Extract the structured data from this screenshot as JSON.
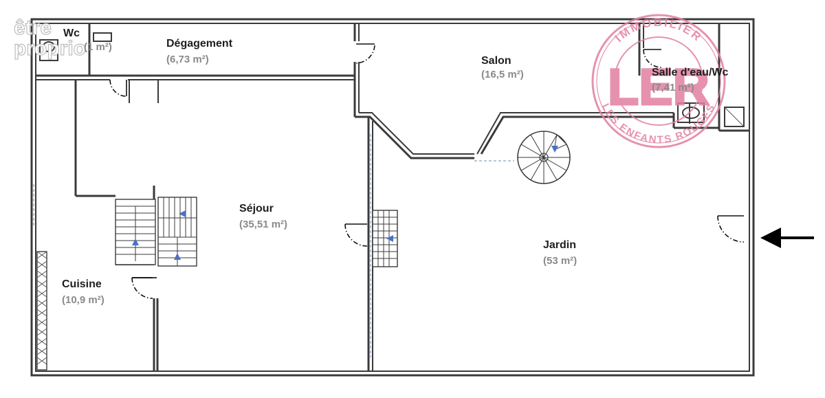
{
  "watermark": {
    "line1": "être",
    "line2": "proprio"
  },
  "rooms": {
    "wc": {
      "name": "Wc",
      "area": "(1 m²)"
    },
    "degagement": {
      "name": "Dégagement",
      "area": "(6,73 m²)"
    },
    "salon": {
      "name": "Salon",
      "area": "(16,5 m²)"
    },
    "salle_eau": {
      "name": "Salle d'eau/Wc",
      "area": "(7,41 m²)"
    },
    "sejour": {
      "name": "Séjour",
      "area": "(35,51 m²)"
    },
    "jardin": {
      "name": "Jardin",
      "area": "(53 m²)"
    },
    "cuisine": {
      "name": "Cuisine",
      "area": "(10,9 m²)"
    }
  },
  "stamp": {
    "top_text": "IMMOBILIER",
    "bottom_text": "LES ENFANTS ROUGES",
    "logo_letters": "LER",
    "color": "#e27fa2"
  },
  "entrance_arrow": {
    "icon": "entrance-arrow-icon",
    "direction": "left"
  },
  "colors": {
    "wall": "#3a3a3a",
    "stair_arrow": "#4a72c4",
    "area_text": "#8a8a8a"
  }
}
